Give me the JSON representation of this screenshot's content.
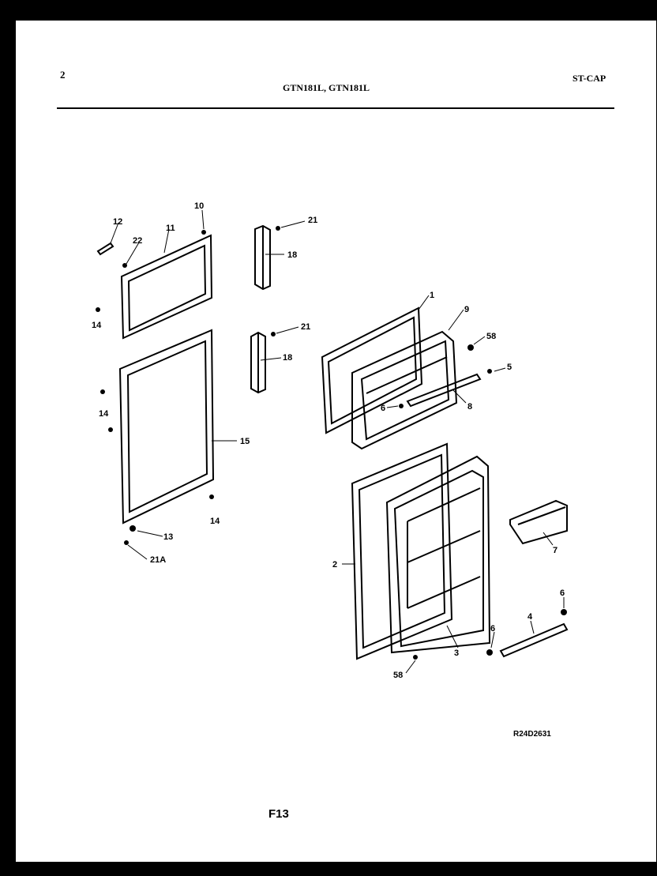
{
  "header": {
    "page_number": "2",
    "model_numbers": "GTN181L, GTN181L",
    "category": "ST-CAP"
  },
  "diagram": {
    "part_labels": {
      "p1": "1",
      "p2": "2",
      "p3": "3",
      "p4": "4",
      "p5": "5",
      "p6a": "6",
      "p6b": "6",
      "p6c": "6",
      "p7": "7",
      "p8": "8",
      "p9": "9",
      "p10": "10",
      "p11": "11",
      "p12": "12",
      "p13": "13",
      "p14a": "14",
      "p14b": "14",
      "p14c": "14",
      "p15": "15",
      "p18a": "18",
      "p18b": "18",
      "p21a": "21",
      "p21b": "21",
      "p21A": "21A",
      "p22": "22",
      "p58a": "58",
      "p58b": "58"
    }
  },
  "footer": {
    "reference_code": "R24D2631",
    "figure_number": "F13"
  }
}
